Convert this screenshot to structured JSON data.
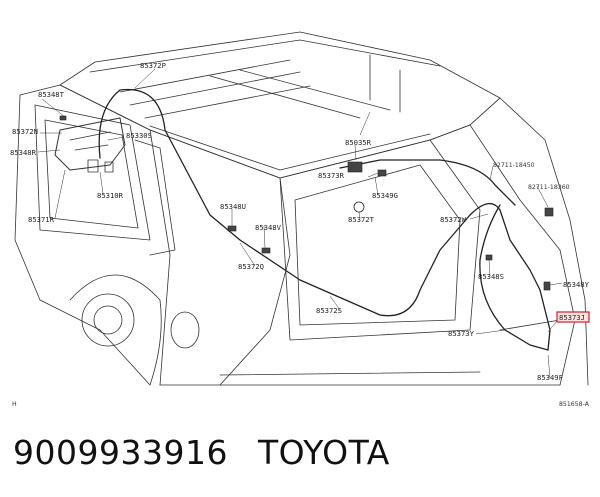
{
  "caption": {
    "part_number": "9009933916",
    "brand": "TOYOTA"
  },
  "diagram": {
    "corner_mark": "H",
    "drawing_code": "851658-A",
    "highlight_color": "#d42020",
    "labels": [
      "85348T",
      "85372N",
      "85348R",
      "85371R",
      "85330S",
      "85310R",
      "85372P",
      "85035R",
      "85373R",
      "85349G",
      "85372T",
      "85348U",
      "85348V",
      "85372Q",
      "85372S",
      "85372W",
      "82711-18450",
      "82711-18360",
      "85348S",
      "85348Y",
      "85373J",
      "85373Y",
      "85349F"
    ]
  }
}
